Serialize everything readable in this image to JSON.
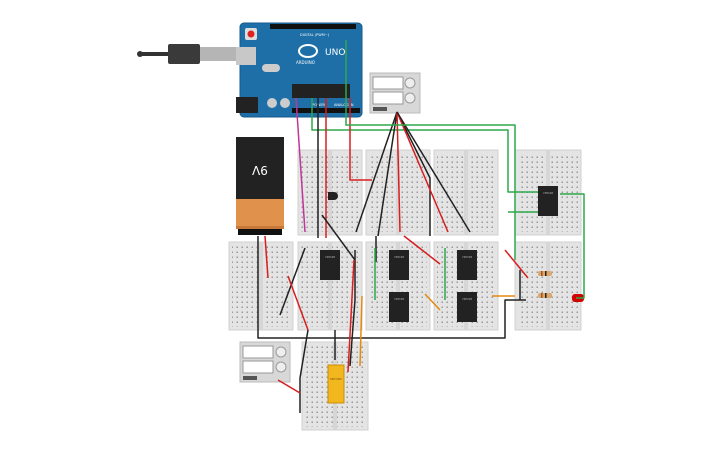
{
  "arduino": {
    "logo_text": "ARDUINO",
    "model": "UNO",
    "label_power": "POWER",
    "label_analog": "ANALOG IN",
    "label_digital": "DIGITAL (PWM~)"
  },
  "battery": {
    "voltage_label": "9V"
  },
  "chips": {
    "main_label": "74HC08",
    "yellow_label": "SN74HC"
  },
  "colors": {
    "wire_black": "#222222",
    "wire_red": "#d81e1e",
    "wire_green": "#2ea84a",
    "wire_orange": "#e58a10",
    "wire_magenta": "#c0359a",
    "arduino_blue": "#1e6fa8",
    "breadboard": "#e4e4e4",
    "chip": "#222222",
    "chip_yellow": "#f2b61f",
    "led_red": "#d40000",
    "battery_top": "#222222",
    "battery_bottom": "#e0914b"
  }
}
